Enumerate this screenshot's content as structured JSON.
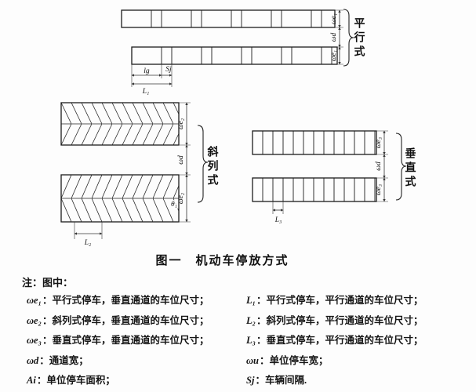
{
  "figure": {
    "title": "图一　机动车停放方式",
    "note_heading": "注：图中："
  },
  "diagram": {
    "parallel": {
      "label": "平行式",
      "dim_top": "ωe₁",
      "dim_aisle": "ωd",
      "dim_bottom": "ωe₁",
      "dim_lg": "lg",
      "dim_sj": "Sj",
      "dim_l": "L₁"
    },
    "angled": {
      "label": "斜列式",
      "dim_top": "ωe₂",
      "dim_aisle": "ωd",
      "dim_bottom": "ωe₂",
      "dim_theta": "θ₁",
      "dim_l": "L₂"
    },
    "perpendicular": {
      "label": "垂直式",
      "dim_top": "ωe₃",
      "dim_aisle": "ωd",
      "dim_bottom": "ωe₃",
      "dim_l": "L₃"
    }
  },
  "notes": {
    "rows": [
      {
        "l_sym": "ωe₁",
        "l_text": "：平行式停车，垂直通道的车位尺寸；",
        "r_sym": "L₁",
        "r_text": "：平行式停车，平行通道的车位尺寸；"
      },
      {
        "l_sym": "ωe₂",
        "l_text": "：斜列式停车，垂直通道的车位尺寸；",
        "r_sym": "L₂",
        "r_text": "：斜列式停车，平行通道的车位尺寸；"
      },
      {
        "l_sym": "ωe₃",
        "l_text": "：垂直式停车，垂直通道的车位尺寸；",
        "r_sym": "L₃",
        "r_text": "：垂直式停车，平行通道的车位尺寸；"
      },
      {
        "l_sym": "ωd",
        "l_text": "：通道宽；",
        "r_sym": "ωu",
        "r_text": "：单位停车宽；"
      },
      {
        "l_sym": "Ai",
        "l_text": "：单位停车面积；",
        "r_sym": "Sj",
        "r_text": "：车辆间隔."
      }
    ]
  }
}
